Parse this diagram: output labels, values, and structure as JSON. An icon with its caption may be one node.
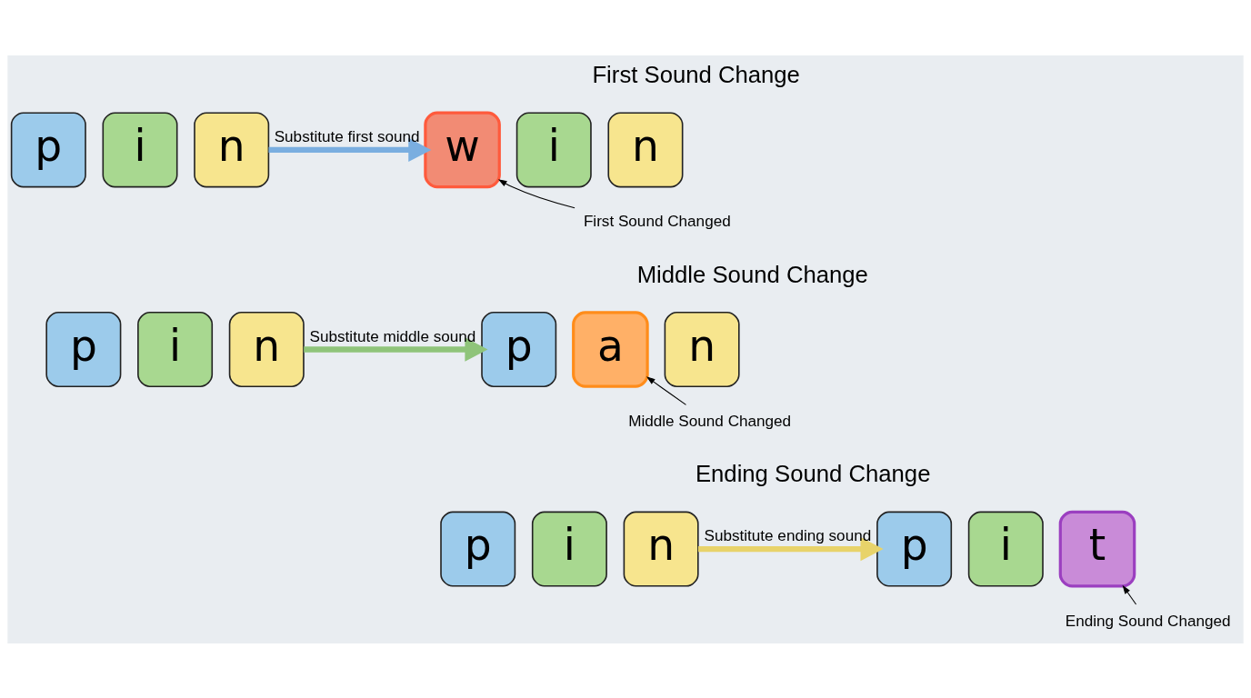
{
  "diagram": {
    "nodes": [
      {
        "text": [
          "p"
        ]
      },
      {
        "text": [
          "i"
        ]
      },
      {
        "text": [
          "n"
        ]
      },
      {
        "text": [
          "w"
        ]
      },
      {
        "text": [
          "i"
        ]
      },
      {
        "text": [
          "n"
        ]
      },
      {
        "text": [
          "First Sound Changed"
        ]
      },
      {
        "text": [
          "p"
        ]
      },
      {
        "text": [
          "i"
        ]
      },
      {
        "text": [
          "n"
        ]
      },
      {
        "text": [
          "p"
        ]
      },
      {
        "text": [
          "a"
        ]
      },
      {
        "text": [
          "n"
        ]
      },
      {
        "text": [
          "Middle Sound Changed"
        ]
      },
      {
        "text": [
          "p"
        ]
      },
      {
        "text": [
          "i"
        ]
      },
      {
        "text": [
          "n"
        ]
      },
      {
        "text": [
          "p"
        ]
      },
      {
        "text": [
          "i"
        ]
      },
      {
        "text": [
          "t"
        ]
      },
      {
        "text": [
          "Ending Sound Changed"
        ]
      }
    ],
    "edges": [
      {
        "from": 2,
        "to": 3,
        "arrow": "to",
        "label": "Substitute first sound",
        "style": "thick",
        "color": "#7aaee0"
      },
      {
        "from": 6,
        "to": 3,
        "arrow": "to"
      },
      {
        "from": 9,
        "to": 10,
        "arrow": "to",
        "label": "Substitute middle sound",
        "style": "thick",
        "color": "#8fc47a"
      },
      {
        "from": 13,
        "to": 11,
        "arrow": "to"
      },
      {
        "from": 16,
        "to": 17,
        "arrow": "to",
        "label": "Substitute ending sound",
        "style": "thick",
        "color": "#e8d36a"
      },
      {
        "from": 20,
        "to": 19,
        "arrow": "to"
      }
    ],
    "labels": [
      "First Sound Change",
      "Middle Sound Change",
      "Ending Sound Change"
    ]
  }
}
